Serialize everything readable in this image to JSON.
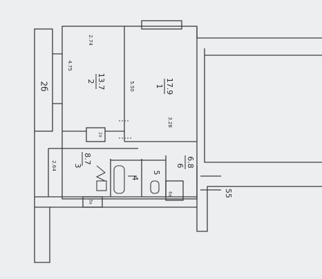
{
  "sheet": {
    "paper_color": "#eceef0",
    "line_color": "#3a3a3a"
  },
  "rooms": [
    {
      "id": "1",
      "number": "1",
      "area": "17.9"
    },
    {
      "id": "2",
      "number": "2",
      "area": "13.7"
    },
    {
      "id": "3",
      "number": "3",
      "area": "8.7"
    },
    {
      "id": "4",
      "number": "4"
    },
    {
      "id": "5",
      "number": "5"
    },
    {
      "id": "6",
      "number": "6",
      "area": "6.8"
    },
    {
      "id": "2a",
      "number": "2а"
    },
    {
      "id": "3a",
      "number": "3а"
    },
    {
      "id": "6a",
      "number": "6а"
    }
  ],
  "balcony": {
    "label": "2б"
  },
  "building_label": "55",
  "dimensions": {
    "room2_width": "2.74",
    "room2_length": "4.75",
    "room1_length": "5.50",
    "room1_width": "3.28",
    "room3_length": "2.64"
  }
}
